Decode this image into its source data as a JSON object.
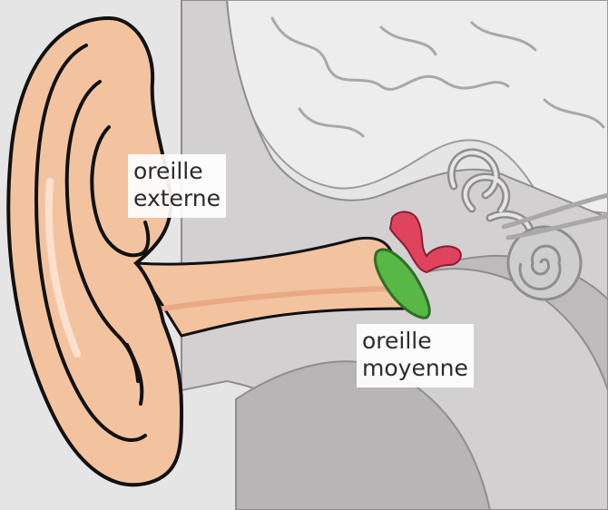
{
  "labels": {
    "outer_ear": [
      "oreille",
      "externe"
    ],
    "middle_ear": [
      "oreille",
      "moyenne"
    ]
  },
  "colors": {
    "skin": "#f3c3a0",
    "skin_shadow": "#e9a985",
    "outline": "#111111",
    "bone": "#cfcdcd",
    "bone_dark": "#b3b1b2",
    "brain": "#e7e6e6",
    "eardrum": "#57b845",
    "ossicles": "#e0435e",
    "cochlea": "#cfcecf"
  }
}
